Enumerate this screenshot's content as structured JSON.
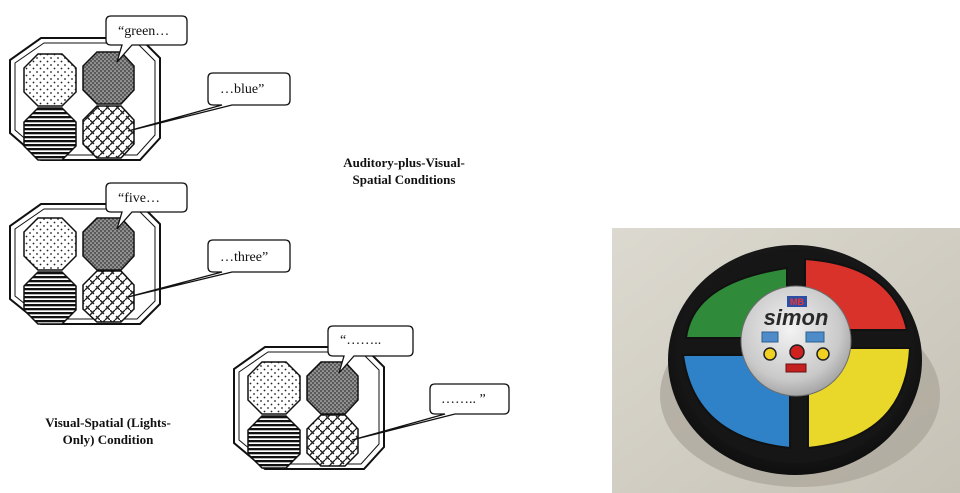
{
  "captions": {
    "auditory_visual": [
      "Auditory-plus-Visual-",
      "Spatial Conditions"
    ],
    "visual_spatial": [
      "Visual-Spatial (Lights-",
      "Only) Condition"
    ]
  },
  "panels": [
    {
      "bubble_top": "“green…",
      "bubble_right": "…blue”"
    },
    {
      "bubble_top": "“five…",
      "bubble_right": "…three”"
    },
    {
      "bubble_top": "“……..",
      "bubble_right": "…….. ”"
    }
  ],
  "photo": {
    "brand_badge": "MB",
    "device_name": "simon"
  },
  "colors": {
    "green": "#2f8a3a",
    "red": "#d8322b",
    "blue": "#2f82c8",
    "yellow": "#e9d82a"
  }
}
